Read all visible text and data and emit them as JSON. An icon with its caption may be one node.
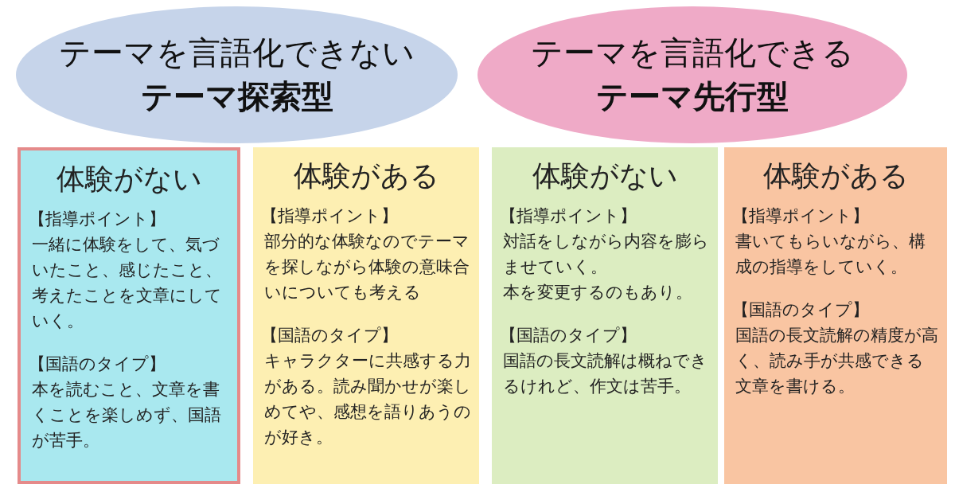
{
  "diagram": {
    "nodes": [
      {
        "text": [
          "テーマを言語化できない",
          "テーマ探索型"
        ]
      },
      {
        "text": [
          "テーマを言語化できる",
          "テーマ先行型"
        ]
      },
      {
        "text": [
          "体験がない",
          "【指導ポイント】",
          "一緒に体験をして、気づいたこと、感じたこと、考えたことを文章にしていく。",
          "【国語のタイプ】",
          "本を読むこと、文章を書くことを楽しめず、国語が苦手。"
        ]
      },
      {
        "text": [
          "体験がある",
          "【指導ポイント】",
          "部分的な体験なのでテーマを探しながら体験の意味合いについても考える",
          "【国語のタイプ】",
          "キャラクターに共感する力がある。読み聞かせが楽しめてや、感想を語りあうのが好き。"
        ]
      },
      {
        "text": [
          "体験がない",
          "【指導ポイント】",
          "対話をしながら内容を膨らませていく。",
          "本を変更するのもあり。",
          "【国語のタイプ】",
          "国語の長文読解は概ねできるけれど、作文は苦手。"
        ]
      },
      {
        "text": [
          "体験がある",
          "【指導ポイント】",
          "書いてもらいながら、構成の指導をしていく。",
          "【国語のタイプ】",
          "国語の長文読解の精度が高く、読み手が共感できる文章を書ける。"
        ]
      }
    ],
    "edges": []
  }
}
